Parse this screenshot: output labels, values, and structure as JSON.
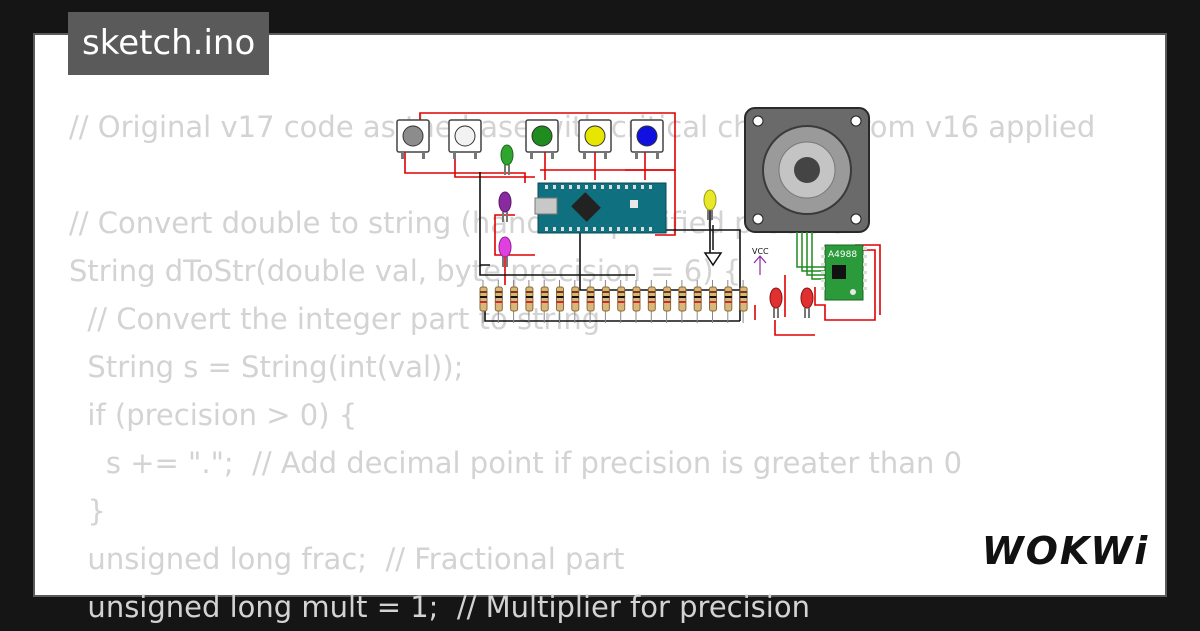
{
  "file_tab": {
    "label": "sketch.ino"
  },
  "code_lines": [
    "// Original v17 code as the base with critical changes from v16 applied",
    "",
    "// Convert double to string (handles specified precision",
    "String dToStr(double val, byte precision = 6) {",
    "  // Convert the integer part to string",
    "  String s = String(int(val));",
    "  if (precision > 0) {",
    "    s += \".\";  // Add decimal point if precision is greater than 0",
    "  }",
    "  unsigned long frac;  // Fractional part",
    "  unsigned long mult = 1;  // Multiplier for precision"
  ],
  "circuit": {
    "board_label": "Arduino Nano",
    "driver_label": "A4988",
    "vcc_label": "VCC",
    "buttons": [
      {
        "name": "button-grey",
        "color": "#8c8c8c"
      },
      {
        "name": "button-white",
        "color": "#f2f2f2"
      },
      {
        "name": "button-green",
        "color": "#1e8c1e"
      },
      {
        "name": "button-yellow",
        "color": "#e6e600"
      },
      {
        "name": "button-blue",
        "color": "#1010e0"
      }
    ],
    "leds": [
      {
        "name": "led-green",
        "color": "#2fa52f"
      },
      {
        "name": "led-purple",
        "color": "#8a2aa0"
      },
      {
        "name": "led-magenta",
        "color": "#e040e0"
      },
      {
        "name": "led-yellow",
        "color": "#e8e82a"
      },
      {
        "name": "led-red-1",
        "color": "#e03030"
      },
      {
        "name": "led-red-2",
        "color": "#e03030"
      }
    ],
    "wire_color": "#e00000",
    "resistor_count": 18
  },
  "brand": {
    "logo_text": "WOKWi"
  }
}
